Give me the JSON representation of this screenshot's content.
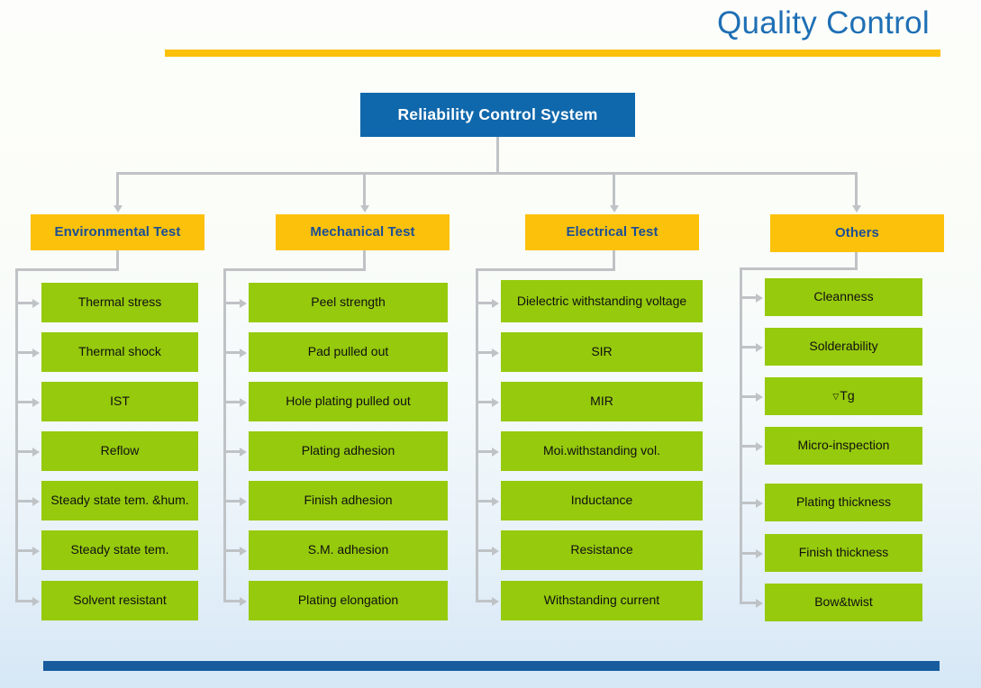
{
  "slide": {
    "title": "Quality Control",
    "accent_yellow": "#fcc10b",
    "accent_blue": "#1068ac",
    "accent_green": "#96ca0d",
    "title_color": "#1f6fb5",
    "connector_color": "#bfc3c6",
    "footer_bar_color": "#185c9e"
  },
  "chart_data": {
    "type": "diagram",
    "title": "Quality Control",
    "root": "Reliability Control System",
    "branches": [
      {
        "label": "Environmental Test",
        "items": [
          "Thermal stress",
          "Thermal shock",
          "IST",
          "Reflow",
          "Steady state tem. &hum.",
          "Steady state tem.",
          "Solvent resistant"
        ]
      },
      {
        "label": "Mechanical Test",
        "items": [
          "Peel strength",
          "Pad pulled out",
          "Hole plating pulled out",
          "Plating adhesion",
          "Finish adhesion",
          "S.M. adhesion",
          "Plating elongation"
        ]
      },
      {
        "label": "Electrical Test",
        "items": [
          "Dielectric withstanding voltage",
          "SIR",
          "MIR",
          "Moi.withstanding vol.",
          "Inductance",
          "Resistance",
          "Withstanding current"
        ]
      },
      {
        "label": "Others",
        "items": [
          "Cleanness",
          "Solderability",
          "Tg",
          "Micro-inspection",
          "Plating thickness",
          "Finish thickness",
          "Bow&twist"
        ]
      }
    ],
    "notes": {
      "tg_prefix_symbol": "▽"
    }
  }
}
